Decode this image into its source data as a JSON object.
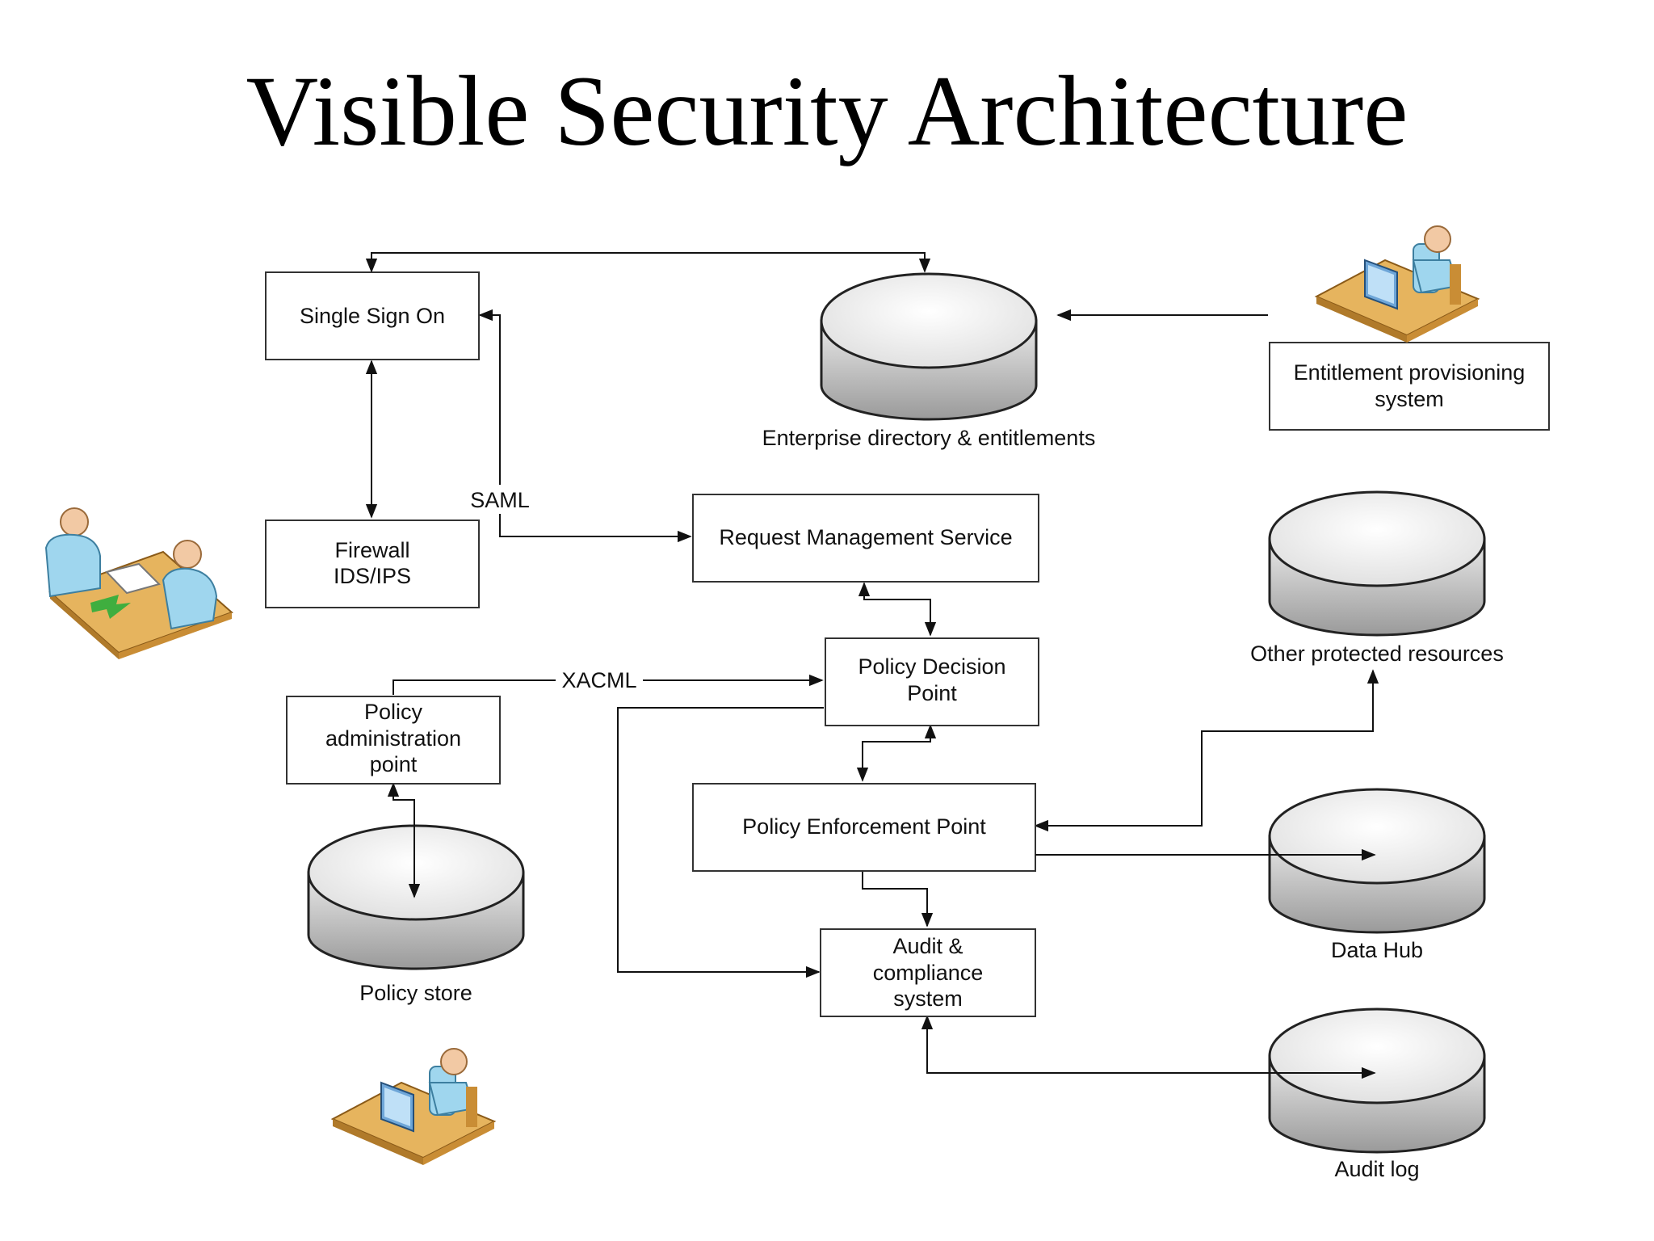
{
  "title": "Visible Security Architecture",
  "boxes": {
    "sso": [
      "Single Sign On"
    ],
    "firewall": [
      "Firewall",
      "IDS/IPS"
    ],
    "rms": [
      "Request Management Service"
    ],
    "pdp": [
      "Policy Decision",
      "Point"
    ],
    "pap": [
      "Policy",
      "administration",
      "point"
    ],
    "pep": [
      "Policy Enforcement Point"
    ],
    "audit": [
      "Audit &",
      "compliance",
      "system"
    ],
    "entitlement": [
      "Entitlement provisioning",
      "system"
    ]
  },
  "databases": {
    "directory": "Enterprise directory & entitlements",
    "other": "Other protected resources",
    "datahub": "Data Hub",
    "auditlog": "Audit log",
    "policystore": "Policy store"
  },
  "edge_labels": {
    "saml": "SAML",
    "xacml": "XACML"
  },
  "icons": [
    "user-at-computer-icon",
    "people-meeting-icon",
    "user-at-computer-icon"
  ],
  "colors": {
    "disk_top": "#f4f4f4",
    "disk_side": "#b8b8b8",
    "person_body": "#9fd6ee",
    "person_skin": "#f2c9a4",
    "desk": "#e6b45e"
  }
}
